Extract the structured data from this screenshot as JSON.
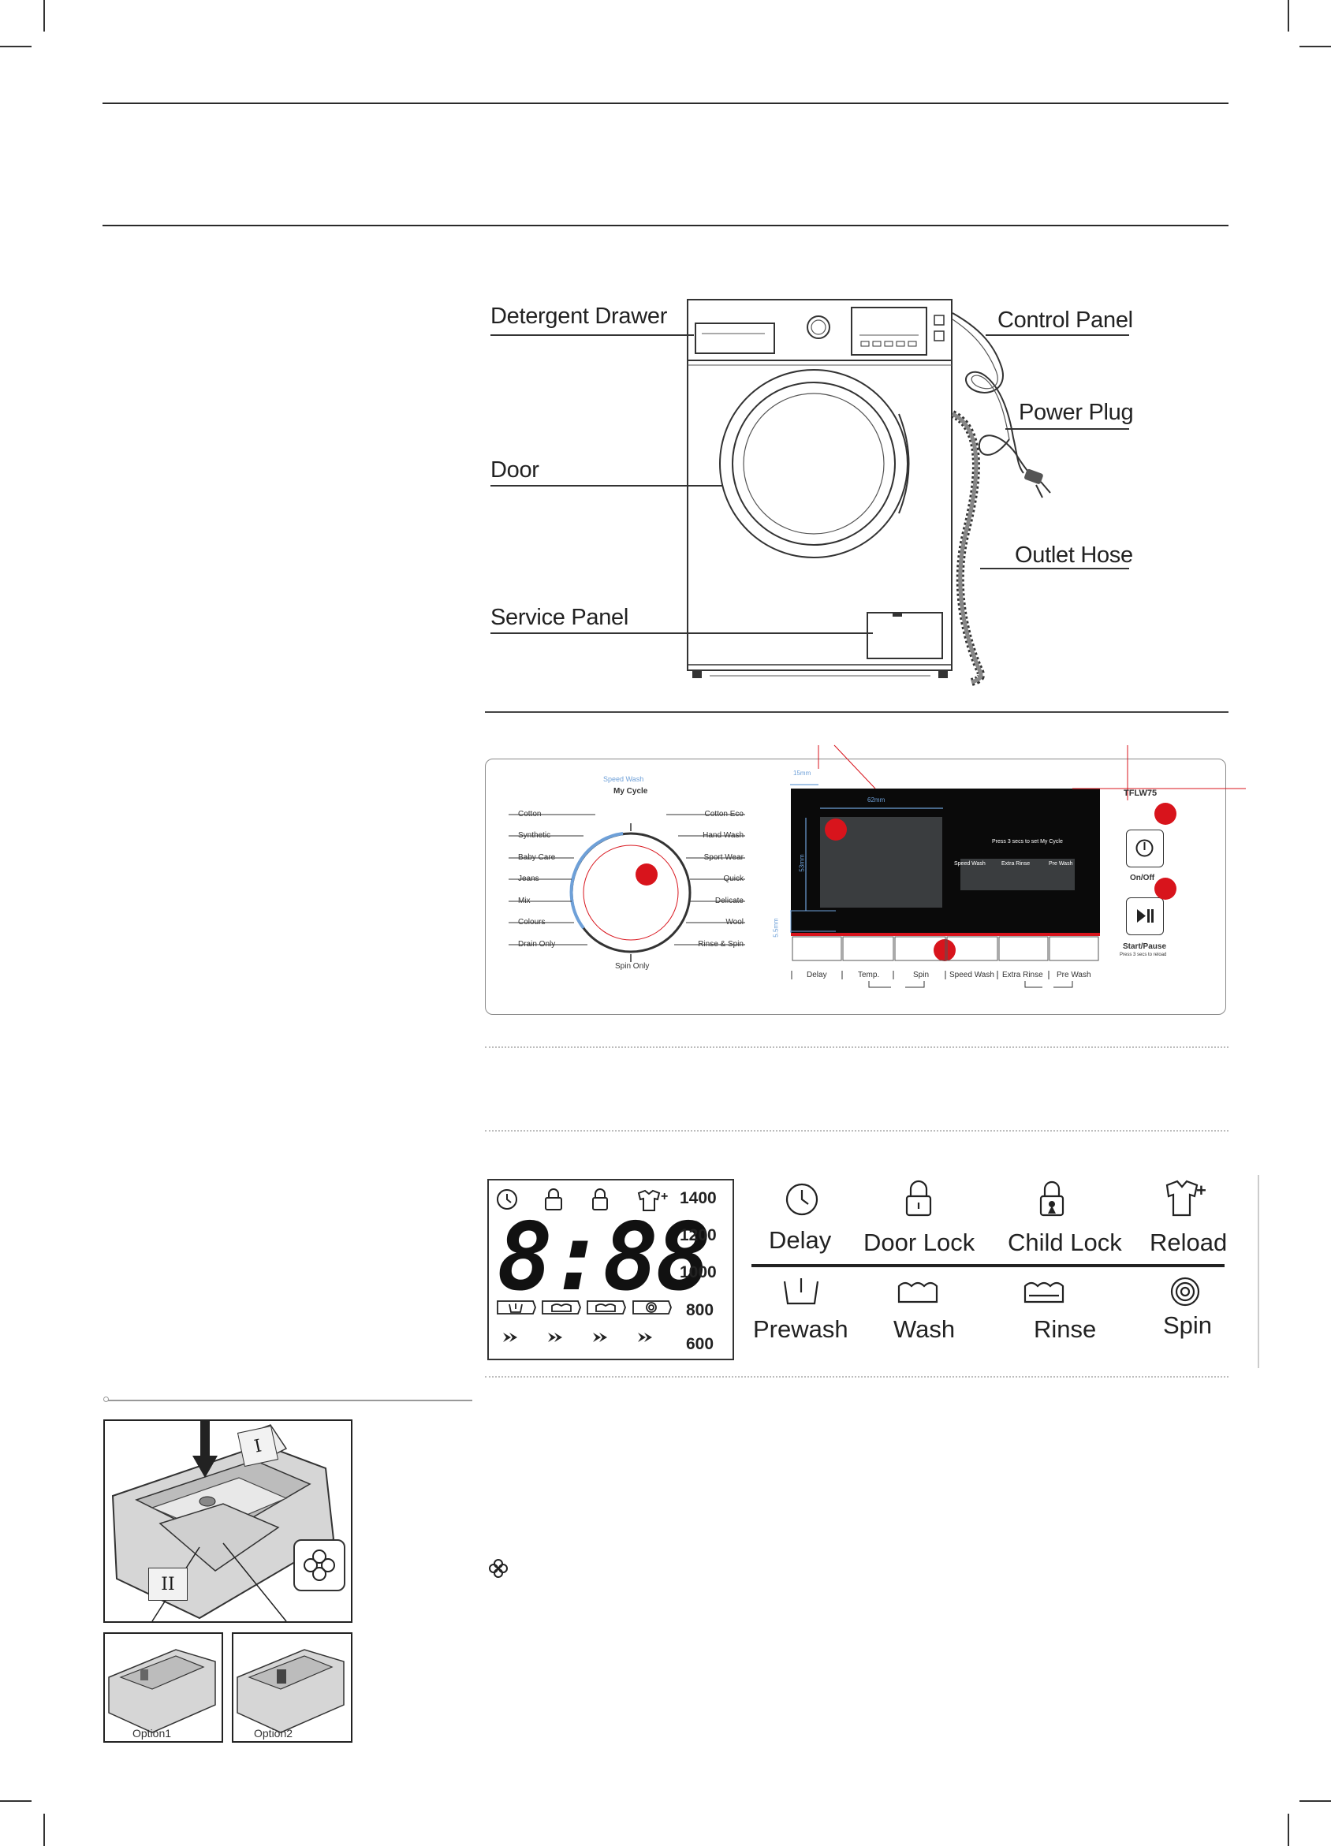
{
  "appliance_labels": {
    "detergent_drawer": "Detergent Drawer",
    "control_panel": "Control Panel",
    "power_plug": "Power Plug",
    "door": "Door",
    "outlet_hose": "Outlet Hose",
    "service_panel": "Service Panel"
  },
  "control_panel": {
    "speed_wash_top": "Speed Wash",
    "my_cycle": "My Cycle",
    "programs_left": [
      "Cotton",
      "Synthetic",
      "Baby Care",
      "Jeans",
      "Mix",
      "Colours",
      "Drain Only"
    ],
    "programs_right": [
      "Cotton Eco",
      "Hand Wash",
      "Sport Wear",
      "Quick",
      "Delicate",
      "Wool",
      "Rinse & Spin"
    ],
    "spin_only": "Spin Only",
    "model": "TFLW75",
    "dim_15mm": "15mm",
    "dim_62mm": "62mm",
    "dim_53mm": "53mm",
    "dim_5mm": "5.5mm",
    "hint": "Press 3 secs to set My Cycle",
    "display_labels": [
      "Speed Wash",
      "Extra Rinse",
      "Pre Wash"
    ],
    "buttons": [
      "Delay",
      "Temp.",
      "Spin",
      "Speed Wash",
      "Extra Rinse",
      "Pre Wash"
    ],
    "on_off": "On/Off",
    "start_pause": "Start/Pause",
    "start_pause_sub": "Press 3 secs to reload"
  },
  "lcd": {
    "digits": "8:88",
    "speeds": [
      "1400",
      "1200",
      "1000",
      "800",
      "600"
    ]
  },
  "legend": {
    "delay": "Delay",
    "door_lock": "Door Lock",
    "child_lock": "Child Lock",
    "reload": "Reload",
    "prewash": "Prewash",
    "wash": "Wash",
    "rinse": "Rinse",
    "spin": "Spin"
  },
  "drawer": {
    "compartment_1": "I",
    "compartment_2": "II",
    "option1": "Option1",
    "option2": "Option2"
  },
  "colors": {
    "accent_red": "#d8141c",
    "dial_blue": "#6ea0d8",
    "display_bg": "#0a0a0a"
  }
}
